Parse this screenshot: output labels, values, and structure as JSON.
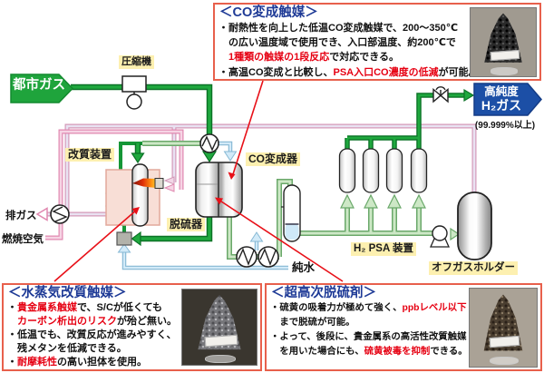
{
  "labels": {
    "city_gas": "都市ガス",
    "compressor": "圧縮機",
    "reformer_unit": "改質装置",
    "exhaust_gas": "排ガス",
    "combustion_air": "燃焼空気",
    "desulfurizer": "脱硫器",
    "co_converter": "CO変成器",
    "pure_water": "純水",
    "psa_unit": "H₂ PSA 装置",
    "offgas_holder": "オフガスホルダー",
    "product_line1": "高純度",
    "product_line2": "H₂ガス",
    "product_purity": "(99.999%以上)"
  },
  "annotations": {
    "co_shift_catalyst": {
      "title": "＜CO変成触媒＞",
      "lines": [
        [
          {
            "t": "・耐熱性を向上した低温CO変成触媒で、200～350℃",
            "c": "k"
          }
        ],
        [
          {
            "t": "　の広い温度域で使用でき、入口部温度、約200℃で",
            "c": "k"
          }
        ],
        [
          {
            "t": "　",
            "c": "k"
          },
          {
            "t": "1種類の触媒の1段反応",
            "c": "r"
          },
          {
            "t": "で対応できる。",
            "c": "k"
          }
        ],
        [
          {
            "t": "・高温CO変成と比較し、",
            "c": "k"
          },
          {
            "t": "PSA入口CO濃度の低減",
            "c": "r"
          },
          {
            "t": "が可能。",
            "c": "k"
          }
        ]
      ]
    },
    "steam_reforming_catalyst": {
      "title": "＜水蒸気改質触媒＞",
      "lines": [
        [
          {
            "t": "・",
            "c": "k"
          },
          {
            "t": "貴金属系触媒",
            "c": "r"
          },
          {
            "t": "で、S/Cが低くても",
            "c": "k"
          }
        ],
        [
          {
            "t": "　",
            "c": "k"
          },
          {
            "t": "カーボン析出のリスク",
            "c": "r"
          },
          {
            "t": "が殆ど無い。",
            "c": "k"
          }
        ],
        [
          {
            "t": "・低温でも、改質反応が進みやすく、",
            "c": "k"
          }
        ],
        [
          {
            "t": "　残メタンを低減できる。",
            "c": "k"
          }
        ],
        [
          {
            "t": "・",
            "c": "k"
          },
          {
            "t": "耐摩耗性",
            "c": "r"
          },
          {
            "t": "の高い担体を使用。",
            "c": "k"
          }
        ]
      ]
    },
    "desulfurization_agent": {
      "title": "＜超高次脱硫剤＞",
      "lines": [
        [
          {
            "t": "・硫黄の吸着力が極めて強く、",
            "c": "k"
          },
          {
            "t": "ppbレベル以下",
            "c": "r"
          }
        ],
        [
          {
            "t": "　まで脱硫が可能。",
            "c": "k"
          }
        ],
        [
          {
            "t": "・よって、後段に、貴金属系の高活性改質触媒",
            "c": "k"
          }
        ],
        [
          {
            "t": "　を用いた場合にも、",
            "c": "k"
          },
          {
            "t": "硫黄被毒を抑制",
            "c": "r"
          },
          {
            "t": "できる。",
            "c": "k"
          }
        ]
      ]
    }
  },
  "colors": {
    "process_gas_green": "#18a038",
    "light_process_green": "#cde8c6",
    "water_blue": "#d2eaf8",
    "combustion_pink": "#f6d4e4",
    "offgas_lavender": "#e9e2f2",
    "city_gas_box_green": "#1fa43c",
    "product_box_blue": "#1c4fa6",
    "annotation_border_red": "#e8604c",
    "annotation_title_navy": "#1e3a96",
    "highlight_red": "#e60012",
    "label_bg_yellow": "#fdf0b0"
  }
}
